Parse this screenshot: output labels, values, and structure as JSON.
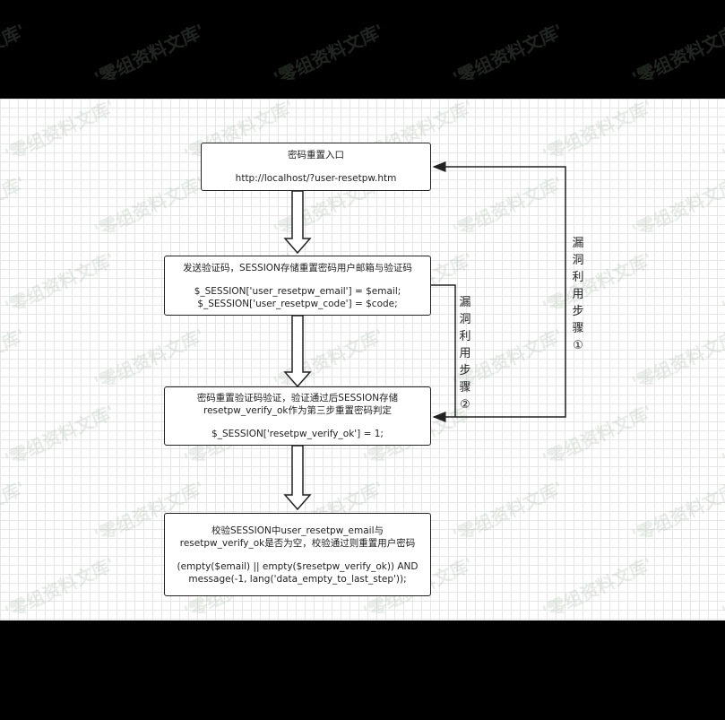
{
  "watermark": "'零组资料文库'",
  "nodes": [
    {
      "lines": [
        "密码重置入口"
      ],
      "code": [
        "http://localhost/?user-resetpw.htm"
      ]
    },
    {
      "lines": [
        "发送验证码，SESSION存储重置密码用户邮箱与验证码"
      ],
      "code": [
        "$_SESSION['user_resetpw_email'] = $email;",
        "$_SESSION['user_resetpw_code'] = $code;"
      ]
    },
    {
      "lines": [
        "密码重置验证码验证，验证通过后SESSION存储",
        "resetpw_verify_ok作为第三步重置密码判定"
      ],
      "code": [
        "$_SESSION['resetpw_verify_ok'] = 1;"
      ]
    },
    {
      "lines": [
        "校验SESSION中user_resetpw_email与",
        "resetpw_verify_ok是否为空，校验通过则重置用户密码"
      ],
      "code": [
        "(empty($email) || empty($resetpw_verify_ok)) AND",
        "message(-1, lang('data_empty_to_last_step'));"
      ]
    }
  ],
  "loops": {
    "step1": "漏洞利用步骤①",
    "step2": "漏洞利用步骤②"
  }
}
